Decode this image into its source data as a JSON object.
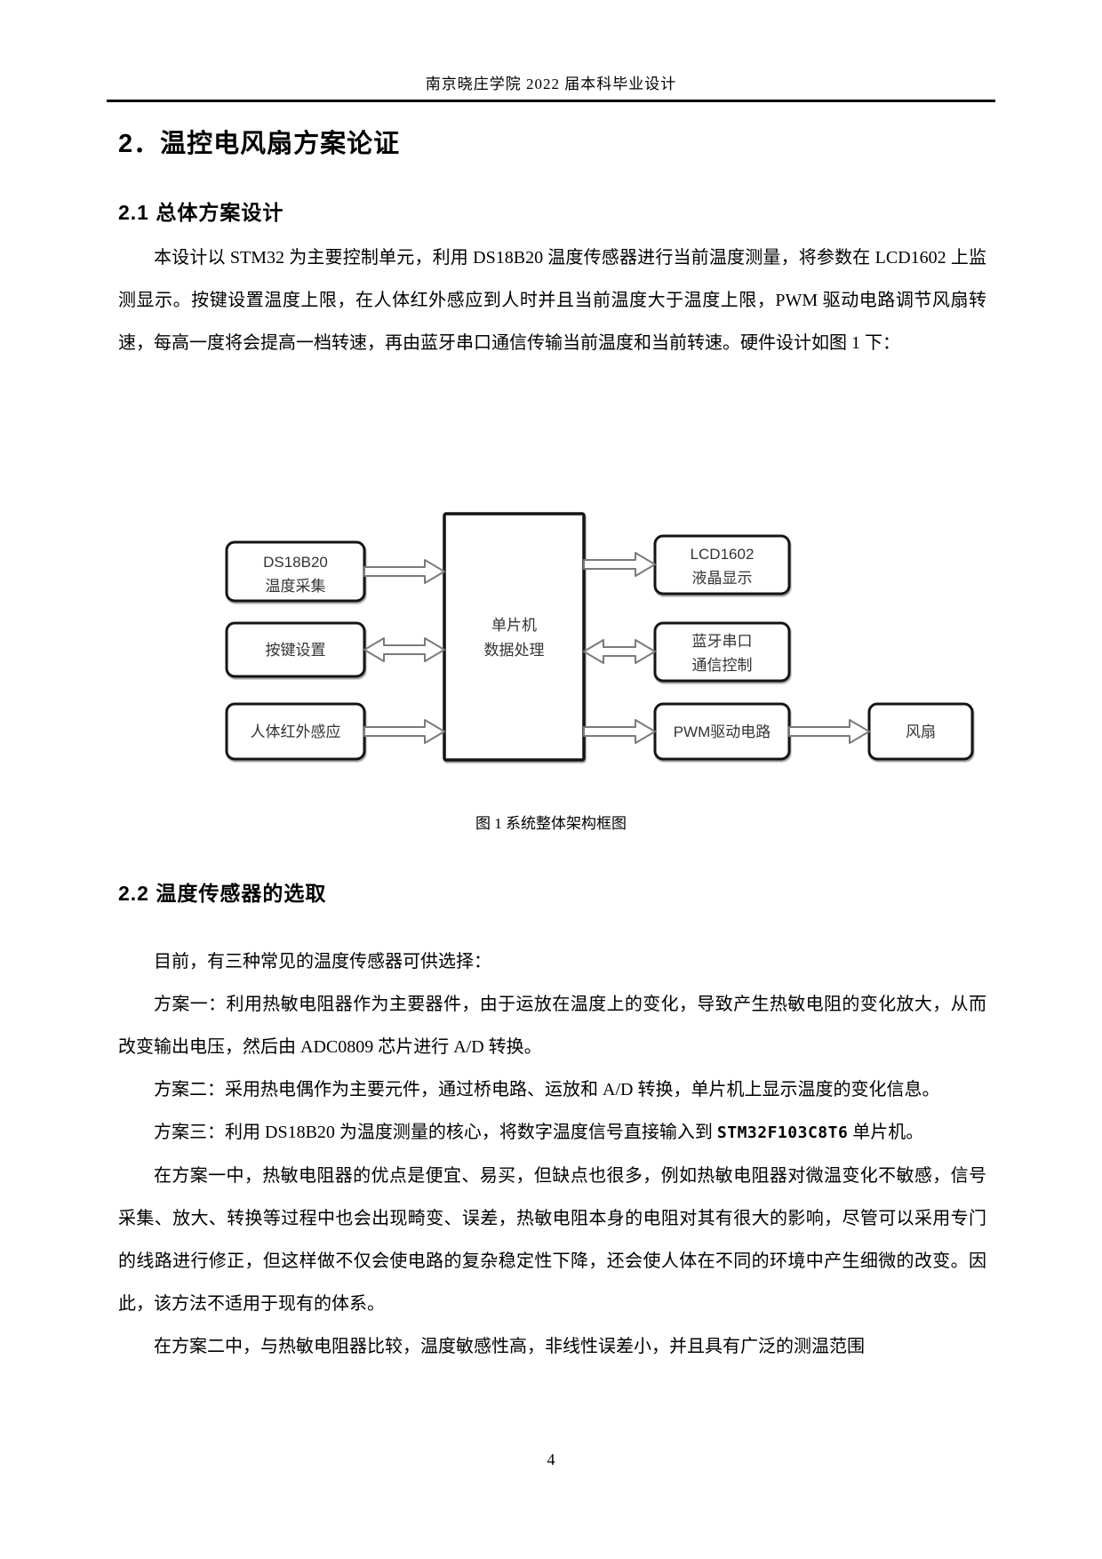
{
  "colors": {
    "text": "#000000",
    "rule": "#000000",
    "box_border": "#141414",
    "box_fill": "#ffffff",
    "arrow_outline": "#7a7a7a",
    "diagram_label": "#333333"
  },
  "header": {
    "text": "南京晓庄学院 2022 届本科毕业设计"
  },
  "headings": {
    "chapter": "2．温控电风扇方案论证",
    "overall_design": "2.1 总体方案设计",
    "sensor_selection": "2.2 温度传感器的选取"
  },
  "body": {
    "p_design": "本设计以 STM32 为主要控制单元，利用 DS18B20 温度传感器进行当前温度测量，将参数在 LCD1602 上监测显示。按键设置温度上限，在人体红外感应到人时并且当前温度大于温度上限，PWM 驱动电路调节风扇转速，每高一度将会提高一档转速，再由蓝牙串口通信传输当前温度和当前转速。硬件设计如图 1 下：",
    "p_intro": "目前，有三种常见的温度传感器可供选择：",
    "p_plan1": "方案一：利用热敏电阻器作为主要器件，由于运放在温度上的变化，导致产生热敏电阻的变化放大，从而改变输出电压，然后由 ADC0809 芯片进行 A/D 转换。",
    "p_plan2": "方案二：采用热电偶作为主要元件，通过桥电路、运放和 A/D 转换，单片机上显示温度的变化信息。",
    "p_plan3_pre": "方案三：利用 DS18B20 为温度测量的核心，将数字温度信号直接输入到 ",
    "p_plan3_chip": "STM32F103C8T6",
    "p_plan3_post": " 单片机。",
    "p_analysis1": "在方案一中，热敏电阻器的优点是便宜、易买，但缺点也很多，例如热敏电阻器对微温变化不敏感，信号采集、放大、转换等过程中也会出现畸变、误差，热敏电阻本身的电阻对其有很大的影响，尽管可以采用专门的线路进行修正，但这样做不仅会使电路的复杂稳定性下降，还会使人体在不同的环境中产生细微的改变。因此，该方法不适用于现有的体系。",
    "p_analysis2": "在方案二中，与热敏电阻器比较，温度敏感性高，非线性误差小，并且具有广泛的测温范围"
  },
  "figure": {
    "caption": "图 1 系统整体架构框图",
    "nodes": {
      "ds18b20_l1": "DS18B20",
      "ds18b20_l2": "温度采集",
      "keys": "按键设置",
      "pir": "人体红外感应",
      "mcu_l1": "单片机",
      "mcu_l2": "数据处理",
      "lcd_l1": "LCD1602",
      "lcd_l2": "液晶显示",
      "bt_l1": "蓝牙串口",
      "bt_l2": "通信控制",
      "pwm": "PWM驱动电路",
      "fan": "风扇"
    }
  },
  "footer": {
    "page_number": "4"
  }
}
